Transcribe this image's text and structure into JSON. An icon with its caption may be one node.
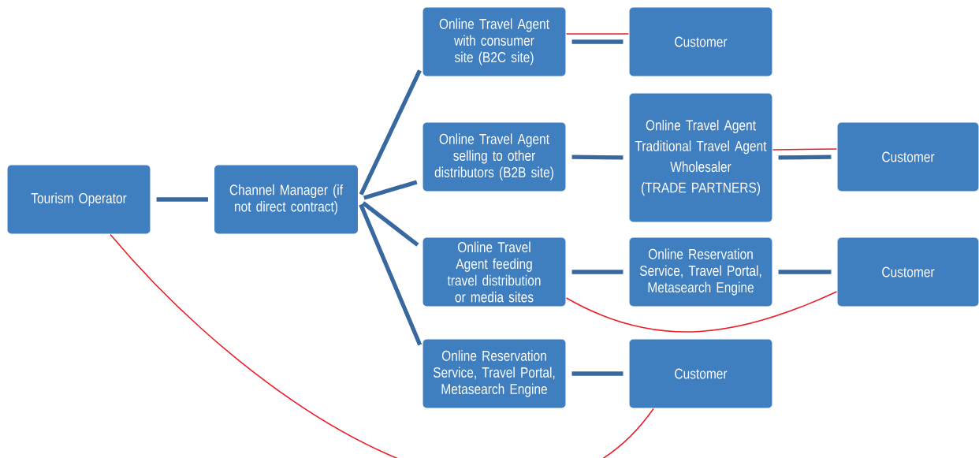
{
  "diagram": {
    "nodes": [
      {
        "text": [
          "Tourism Operator"
        ]
      },
      {
        "text": [
          "Channel Manager (if not direct contract)"
        ]
      },
      {
        "text": [
          "Online Travel Agent with consumer site (B2C site)"
        ]
      },
      {
        "text": [
          "Customer"
        ]
      },
      {
        "text": [
          "Online Travel Agent selling to other distributors  (B2B site)"
        ]
      },
      {
        "text": [
          "Online Travel Agent",
          "Traditional Travel Agent",
          "Wholesaler",
          "(TRADE PARTNERS)"
        ]
      },
      {
        "text": [
          "Customer"
        ]
      },
      {
        "text": [
          "Online Travel Agent feeding travel distribution or media sites"
        ]
      },
      {
        "text": [
          "Online Reservation Service, Travel Portal, Metasearch Engine"
        ]
      },
      {
        "text": [
          "Customer"
        ]
      },
      {
        "text": [
          "Online Reservation Service, Travel Portal, Metasearch Engine"
        ]
      },
      {
        "text": [
          "Customer"
        ]
      }
    ],
    "edges": [
      {
        "from": 0,
        "to": 1,
        "arrow": "none"
      },
      {
        "from": 1,
        "to": 2,
        "arrow": "none"
      },
      {
        "from": 1,
        "to": 4,
        "arrow": "none"
      },
      {
        "from": 1,
        "to": 7,
        "arrow": "none"
      },
      {
        "from": 1,
        "to": 10,
        "arrow": "none"
      },
      {
        "from": 2,
        "to": 3,
        "arrow": "none"
      },
      {
        "from": 2,
        "to": 3,
        "arrow": "none",
        "color": "#e8202a"
      },
      {
        "from": 4,
        "to": 5,
        "arrow": "none"
      },
      {
        "from": 5,
        "to": 6,
        "arrow": "none"
      },
      {
        "from": 5,
        "to": 6,
        "arrow": "none",
        "color": "#e8202a"
      },
      {
        "from": 7,
        "to": 8,
        "arrow": "none"
      },
      {
        "from": 8,
        "to": 9,
        "arrow": "none"
      },
      {
        "from": 7,
        "to": 9,
        "arrow": "none",
        "color": "#e8202a"
      },
      {
        "from": 10,
        "to": 11,
        "arrow": "none"
      },
      {
        "from": 0,
        "to": 11,
        "arrow": "none",
        "color": "#e8202a"
      }
    ]
  }
}
